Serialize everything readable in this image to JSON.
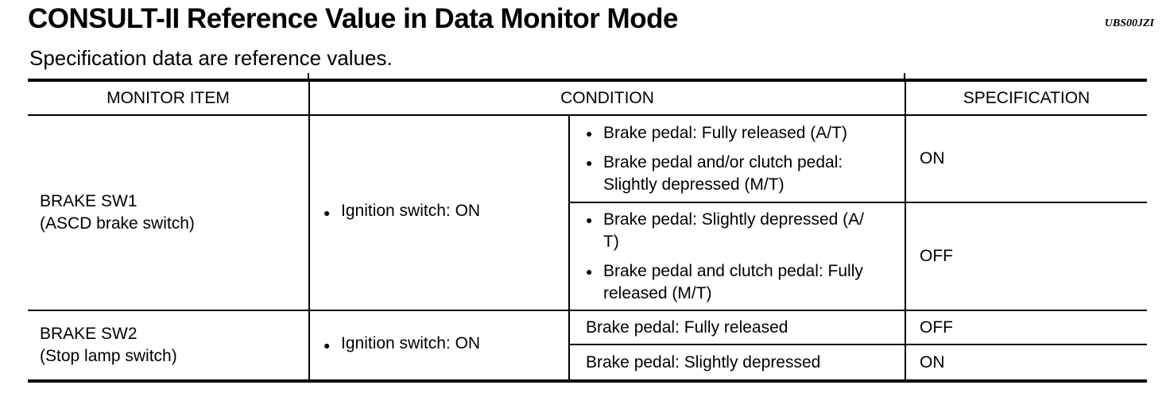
{
  "page": {
    "title": "CONSULT-II Reference Value in Data Monitor Mode",
    "doc_code": "UBS00JZI",
    "subtitle": "Specification data are reference values."
  },
  "table": {
    "bullet_char": "●",
    "header": {
      "monitor_item": "MONITOR ITEM",
      "condition": "CONDITION",
      "specification": "SPECIFICATION"
    },
    "rows": [
      {
        "name": "BRAKE SW1",
        "name_sub": "(ASCD brake switch)",
        "condition": "Ignition switch: ON",
        "sub_rows": [
          {
            "conditions": [
              "Brake pedal: Fully released (A/T)",
              "Brake pedal and/or clutch pedal:\nSlightly depressed (M/T)"
            ],
            "specification": "ON"
          },
          {
            "conditions": [
              "Brake pedal: Slightly depressed (A/\nT)",
              "Brake pedal and clutch pedal: Fully\nreleased (M/T)"
            ],
            "specification": "OFF"
          }
        ]
      },
      {
        "name": "BRAKE SW2",
        "name_sub": "(Stop lamp switch)",
        "condition": "Ignition switch: ON",
        "sub_rows": [
          {
            "conditions": [
              "Brake pedal: Fully released"
            ],
            "specification": "OFF"
          },
          {
            "conditions": [
              "Brake pedal: Slightly depressed"
            ],
            "specification": "ON"
          }
        ]
      }
    ]
  }
}
